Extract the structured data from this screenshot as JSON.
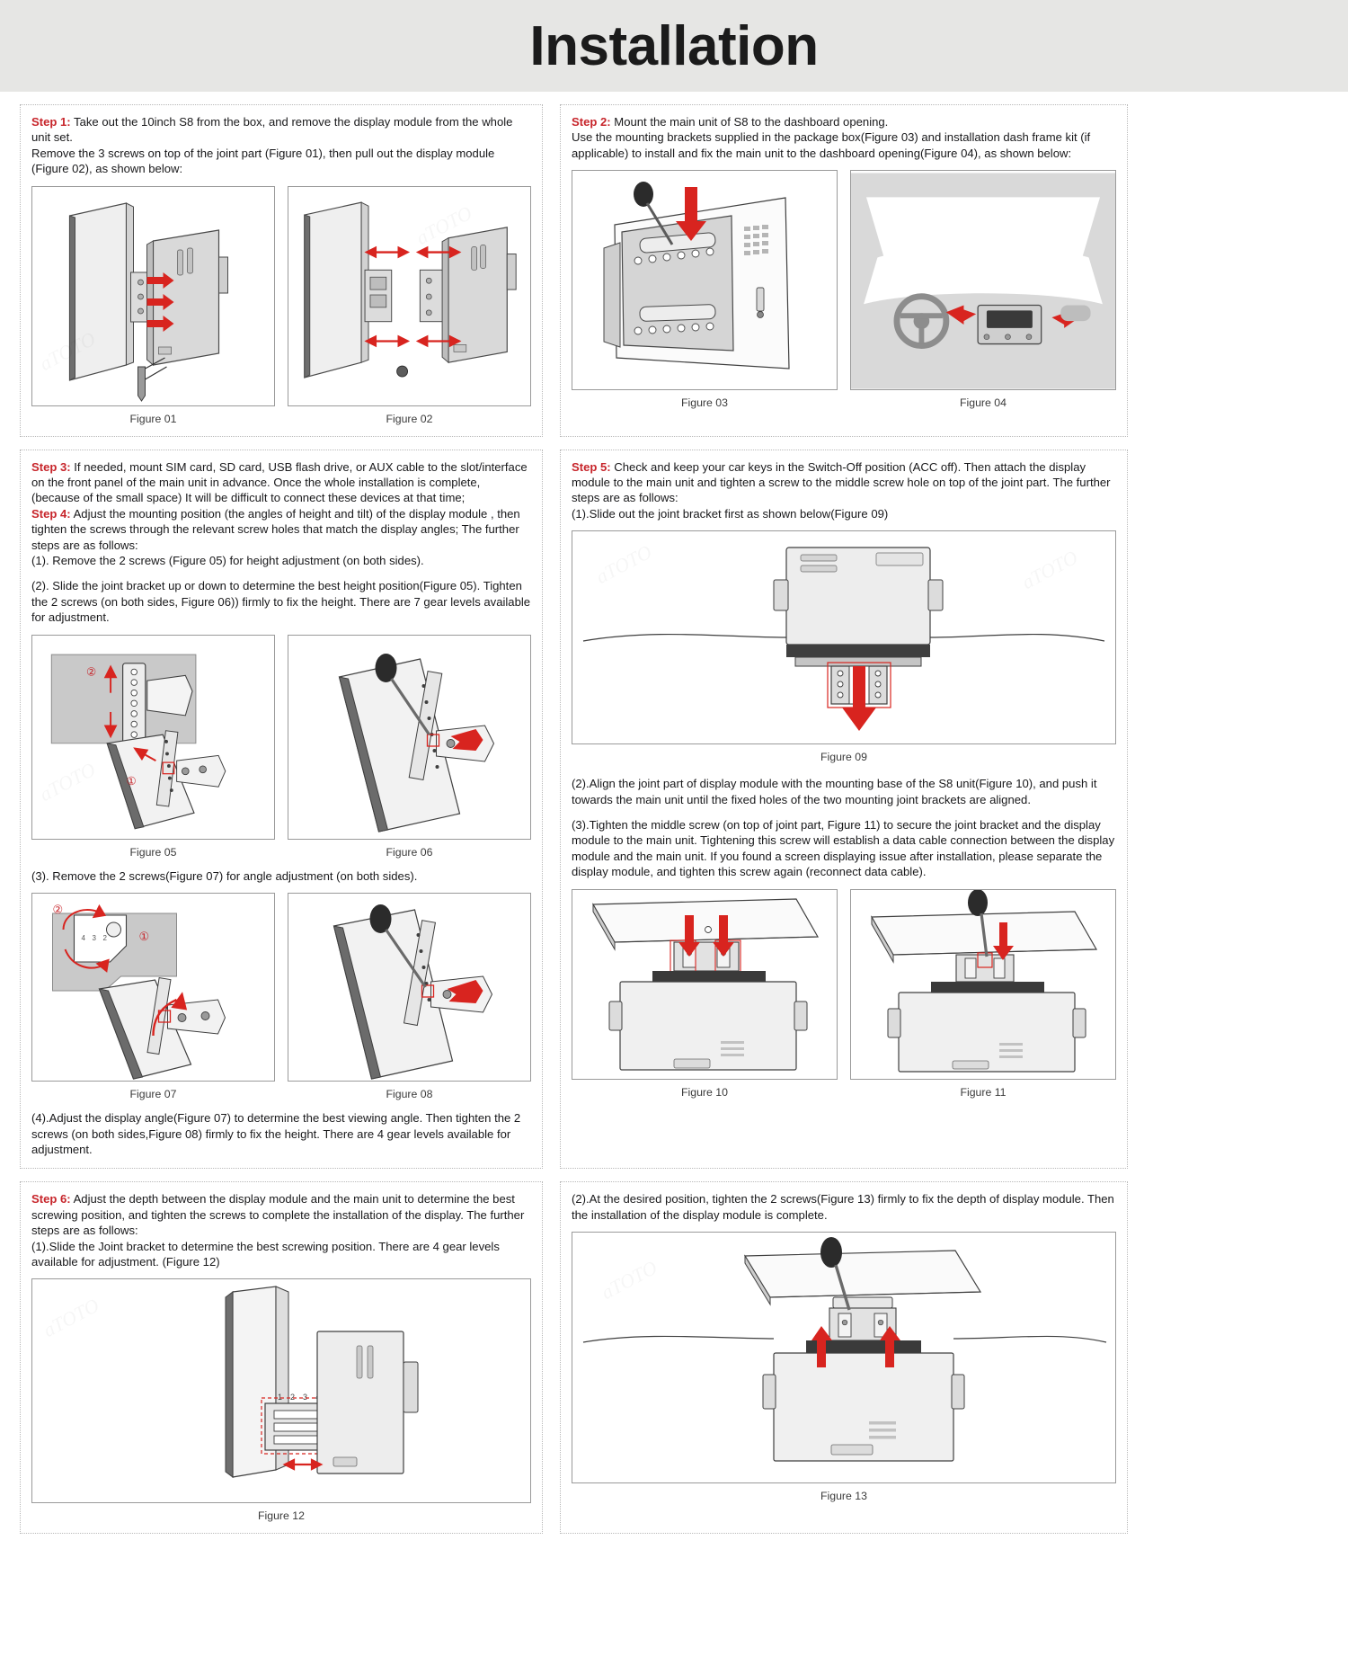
{
  "header": {
    "title": "Installation"
  },
  "steps": {
    "step1": {
      "label": "Step 1:",
      "body": " Take out the 10inch S8 from the box, and remove the display module from the whole unit set.",
      "body2": "Remove the 3 screws on top of the joint part (Figure 01), then pull out the display module (Figure 02), as shown below:"
    },
    "step2": {
      "label": "Step 2:",
      "body": " Mount the main unit of S8 to the dashboard opening.",
      "body2": "Use the mounting brackets supplied in the package box(Figure 03) and installation dash frame kit (if applicable) to install and fix the main unit to the dashboard opening(Figure 04), as shown below:"
    },
    "step3": {
      "label": "Step 3:",
      "body": " If needed, mount SIM card, SD card, USB flash drive, or AUX cable to the slot/interface on the front panel of the main unit in advance. Once the whole installation is complete, (because of the small space) It will be difficult to connect these devices at that time;"
    },
    "step4": {
      "label": "Step 4:",
      "body": " Adjust the mounting position (the angles of height and tilt) of the display module , then tighten the screws through the relevant screw holes that match the display angles; The further steps are as follows:",
      "sub1": "(1). Remove the 2 screws (Figure 05) for height adjustment (on both sides).",
      "sub2": "(2).  Slide the joint bracket up or down to determine the best height position(Figure 05). Tighten the 2 screws (on both sides, Figure 06)) firmly to fix the height. There are 7 gear levels available for adjustment.",
      "sub3": "(3). Remove the 2 screws(Figure 07) for angle adjustment (on both sides).",
      "sub4": "(4).Adjust the display angle(Figure 07) to determine the best viewing angle. Then tighten the 2 screws (on both sides,Figure 08) firmly to fix the height. There are 4 gear levels available for adjustment."
    },
    "step5": {
      "label": "Step 5:",
      "body": " Check and keep your car keys in the Switch-Off position (ACC off). Then attach the display module to the main unit and tighten a screw to the middle screw hole on top of the joint part. The further steps are as follows:",
      "sub1": "(1).Slide out the joint bracket first as shown below(Figure 09)",
      "sub2": "(2).Align the joint part of display module with the mounting base of the S8 unit(Figure 10), and push it towards the main unit until the fixed holes of the two mounting joint brackets are aligned.",
      "sub3": "(3).Tighten the middle screw (on top of joint part, Figure 11) to secure the joint bracket and the display module to the main unit. Tightening this screw will establish a data cable connection between the display module and the main unit. If you found a screen displaying issue after installation, please separate the display module, and tighten this screw again (reconnect data cable)."
    },
    "step6": {
      "label": "Step 6:",
      "body": " Adjust the depth between the display module and the main unit to determine the best screwing position, and tighten the screws to complete the installation of the display. The further steps are as follows:",
      "sub1": "(1).Slide the Joint bracket to determine the best screwing position. There are 4 gear levels available for adjustment. (Figure 12)",
      "sub2": "(2).At the desired position, tighten the 2 screws(Figure 13) firmly to fix the depth of display module. Then the installation of the display module is complete."
    }
  },
  "figures": {
    "f01": "Figure 01",
    "f02": "Figure 02",
    "f03": "Figure 03",
    "f04": "Figure 04",
    "f05": "Figure 05",
    "f06": "Figure 06",
    "f07": "Figure 07",
    "f08": "Figure 08",
    "f09": "Figure 09",
    "f10": "Figure 10",
    "f11": "Figure 11",
    "f12": "Figure 12",
    "f13": "Figure 13"
  },
  "callouts": {
    "one": "①",
    "two": "②",
    "gear_numbers": "1 2 3 4"
  },
  "colors": {
    "header_bg": "#e6e6e4",
    "step_label": "#c7252b",
    "arrow_red": "#d8241f",
    "body_text": "#18181a",
    "figure_border": "#9a9a9a",
    "panel_border": "#b9b9b9",
    "metal_light": "#e3e3e3",
    "metal_mid": "#c6c6c6",
    "metal_dark": "#8f8f8f",
    "screen_dark": "#6a6a6a"
  },
  "watermark": "aTOTO"
}
